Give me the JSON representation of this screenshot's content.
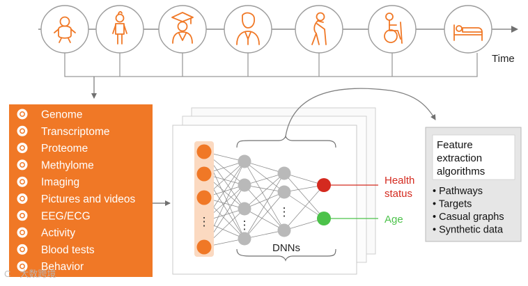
{
  "timeline": {
    "axis_label": "Time",
    "stages": [
      {
        "icon": "baby-icon"
      },
      {
        "icon": "child-icon"
      },
      {
        "icon": "graduate-icon"
      },
      {
        "icon": "adult-man-icon"
      },
      {
        "icon": "elderly-cane-icon"
      },
      {
        "icon": "wheelchair-icon"
      },
      {
        "icon": "hospital-bed-icon"
      }
    ]
  },
  "data_sources": {
    "accent_color": "#f07826",
    "items": [
      {
        "label": "Genome",
        "icon": "dna-icon"
      },
      {
        "label": "Transcriptome",
        "icon": "transcript-icon"
      },
      {
        "label": "Proteome",
        "icon": "protein-icon"
      },
      {
        "label": "Methylome",
        "icon": "methylation-icon"
      },
      {
        "label": "Imaging",
        "icon": "scan-icon"
      },
      {
        "label": "Pictures and videos",
        "icon": "camera-icon"
      },
      {
        "label": "EEG/ECG",
        "icon": "heartbeat-icon"
      },
      {
        "label": "Activity",
        "icon": "running-icon"
      },
      {
        "label": "Blood tests",
        "icon": "blood-drop-icon"
      },
      {
        "label": "Behavior",
        "icon": "behavior-icon"
      }
    ]
  },
  "network": {
    "label": "DNNs",
    "ellipsis": "⋮"
  },
  "outputs": [
    {
      "label": "Health\nstatus",
      "color": "#d42a1f"
    },
    {
      "label": "Age",
      "color": "#4cc24a"
    }
  ],
  "features": {
    "title": "Feature extraction algorithms",
    "items": [
      "Pathways",
      "Targets",
      "Casual graphs",
      "Synthetic data"
    ]
  },
  "watermark": "C　大数跨境"
}
